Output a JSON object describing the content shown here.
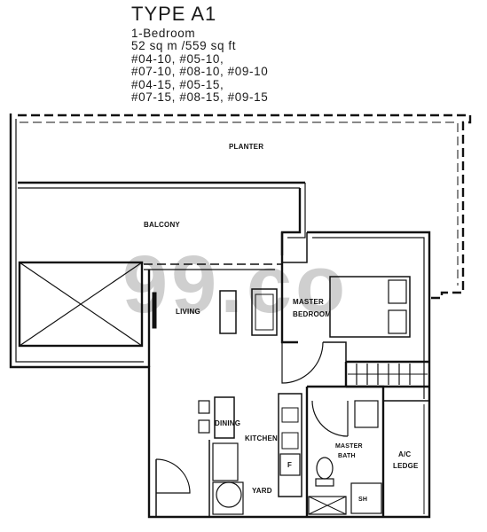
{
  "header": {
    "title": "TYPE A1",
    "lines": [
      "1-Bedroom",
      "52 sq m /559 sq ft",
      "#04-10, #05-10,",
      "#07-10, #08-10, #09-10",
      "#04-15, #05-15,",
      "#07-15, #08-15, #09-15"
    ]
  },
  "rooms": {
    "planter": "PLANTER",
    "balcony": "BALCONY",
    "living": "LIVING",
    "master_bedroom_1": "MASTER",
    "master_bedroom_2": "BEDROOM",
    "dining": "DINING",
    "kitchen": "KITCHEN",
    "yard": "YARD",
    "master_bath_1": "MASTER",
    "master_bath_2": "BATH",
    "ac_ledge_1": "A/C",
    "ac_ledge_2": "LEDGE",
    "fridge": "F",
    "shower": "SH"
  },
  "watermark": "99.co",
  "colors": {
    "line": "#111111",
    "watermark": "#cfcfcf"
  }
}
